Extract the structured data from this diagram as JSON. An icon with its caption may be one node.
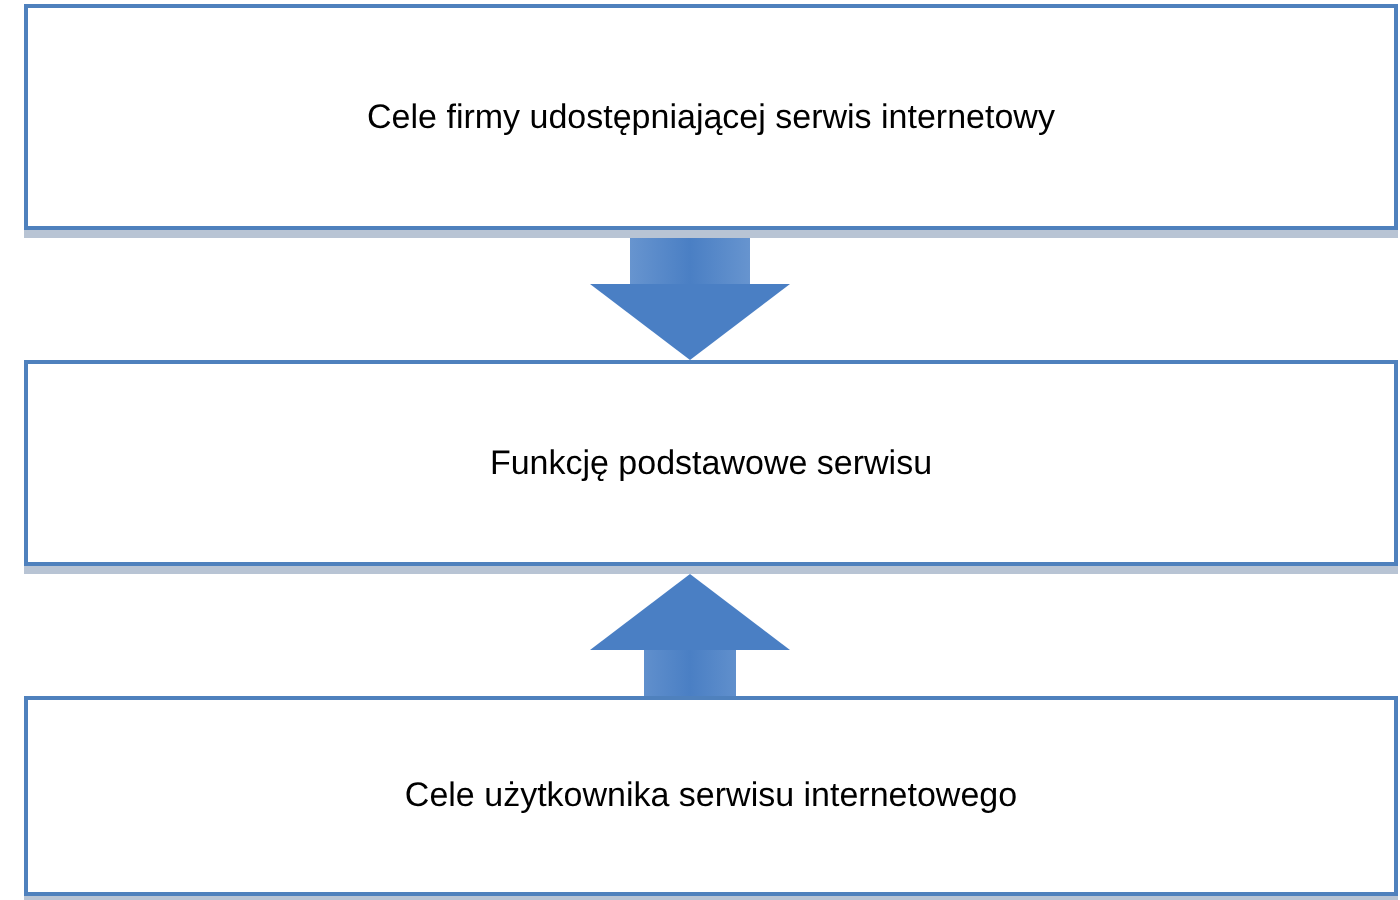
{
  "diagram": {
    "nodes": [
      {
        "text": [
          "Cele firmy udostępniającej serwis internetowy"
        ]
      },
      {
        "text": [
          "Funkcję podstawowe serwisu"
        ]
      },
      {
        "text": [
          "Cele użytkownika serwisu internetowego"
        ]
      }
    ],
    "edges": [
      {
        "from": 0,
        "to": 1,
        "arrow": "to"
      },
      {
        "from": 2,
        "to": 1,
        "arrow": "to"
      }
    ]
  }
}
